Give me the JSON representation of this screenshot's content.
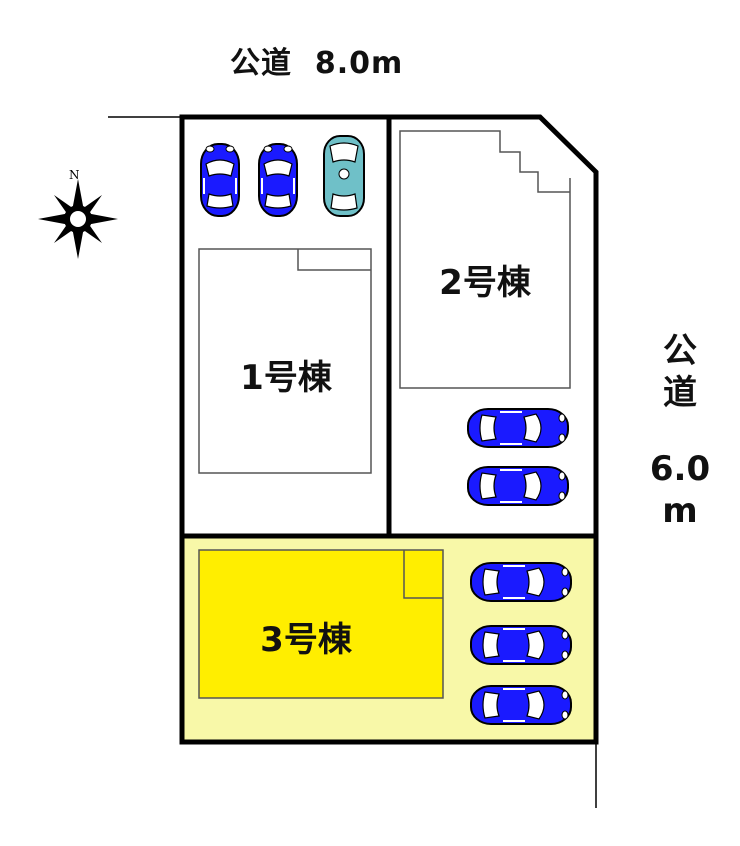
{
  "roads": {
    "north": {
      "name": "公道",
      "width": "8.0m"
    },
    "east": {
      "name_chars": [
        "公",
        "道"
      ],
      "width": "6.0",
      "unit": "m"
    }
  },
  "compass": {
    "north_label": "N"
  },
  "buildings": [
    {
      "label": "1号棟",
      "fill": "#ffffff"
    },
    {
      "label": "2号棟",
      "fill": "#ffffff"
    },
    {
      "label": "3号棟",
      "fill": "#ffee00"
    }
  ],
  "lot3_color": "#f8f8a8",
  "car_color": "#1a1aff",
  "small_car_color": "#6fc0c8",
  "parking": {
    "lot1_cars": 3,
    "lot2_cars": 2,
    "lot3_cars": 3
  }
}
